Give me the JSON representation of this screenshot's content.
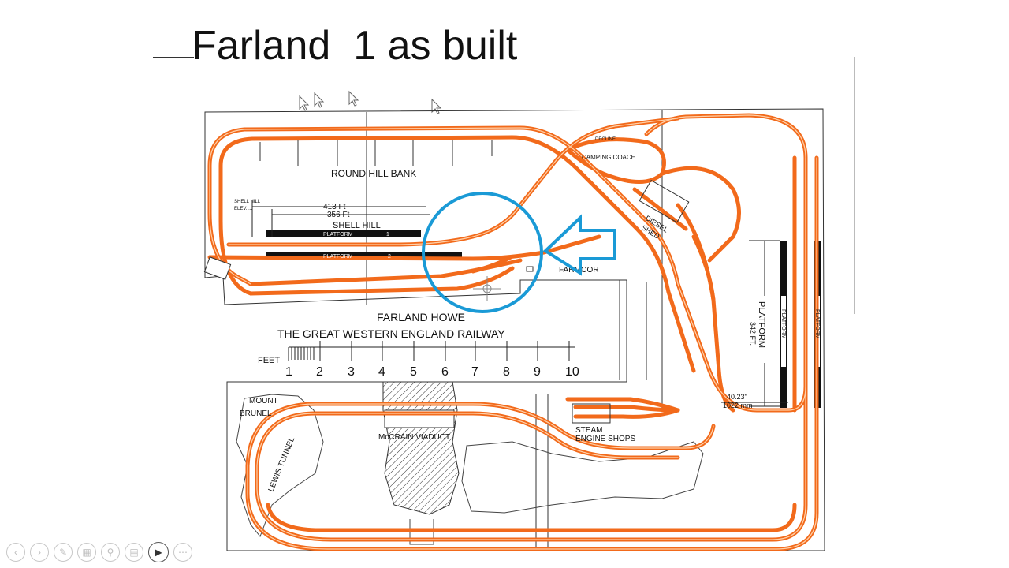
{
  "slide": {
    "title": "Farland  1 as built"
  },
  "plan": {
    "labels": {
      "round_hill_bank": "ROUND HILL BANK",
      "shell_hill": "SHELL HILL",
      "shell_hill_elev_1": "SHELL HILL",
      "shell_hill_elev_2": "ELEV. ...",
      "dim_413": "413 Ft",
      "dim_356": "356 Ft",
      "platform_1": "PLATFORM",
      "platform_1_num": "1",
      "platform_2": "PLATFORM",
      "platform_2_num": "2",
      "farmoor": "FARMOOR",
      "camping_coach": "CAMPING COACH",
      "decline": "DECLINE",
      "diesel_shed_1": "DIESEL",
      "diesel_shed_2": "SHED",
      "farland_howe": "FARLAND HOWE",
      "railway_name": "THE GREAT WESTERN ENGLAND RAILWAY",
      "feet": "FEET",
      "platform_342": "PLATFORM",
      "platform_342_len": "342 FT.",
      "platform_v1": "PLATFORM",
      "platform_v2": "PLATFORM",
      "dim_40": "40.23\"",
      "dim_1022": "1022 mm",
      "mount_brunel_1": "MOUNT",
      "mount_brunel_2": "BRUNEL",
      "lewis_tunnel": "LEWIS TUNNEL",
      "mccrain_viaduct": "McCRAIN VIADUCT",
      "steam_1": "STEAM",
      "steam_2": "ENGINE SHOPS"
    },
    "scale_ticks": [
      "1",
      "2",
      "3",
      "4",
      "5",
      "6",
      "7",
      "8",
      "9",
      "10"
    ],
    "colors": {
      "track": "#f26a1b",
      "track_inner": "#ffd0a8",
      "highlight": "#1a9ad6",
      "ink": "#222222"
    }
  },
  "toolbar": {
    "icons": [
      "previous-icon",
      "next-icon",
      "pen-icon",
      "slides-icon",
      "zoom-icon",
      "subtitles-icon",
      "camera-icon",
      "more-icon"
    ]
  }
}
